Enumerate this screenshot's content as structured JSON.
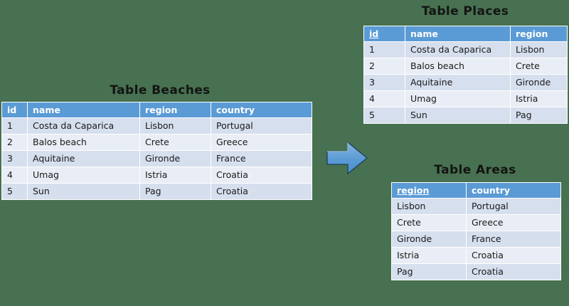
{
  "page": {
    "background_color": "#477150",
    "header_color": "#5b9bd5",
    "row_odd_color": "#d6dfee",
    "row_even_color": "#e9edf5",
    "arrow_color": "#5b9bd5"
  },
  "tables": {
    "beaches": {
      "title": "Table Beaches",
      "columns": [
        {
          "label": "id",
          "primary_key": false
        },
        {
          "label": "name",
          "primary_key": false
        },
        {
          "label": "region",
          "primary_key": false
        },
        {
          "label": "country",
          "primary_key": false
        }
      ],
      "rows": [
        [
          "1",
          "Costa da Caparica",
          "Lisbon",
          "Portugal"
        ],
        [
          "2",
          "Balos beach",
          "Crete",
          "Greece"
        ],
        [
          "3",
          "Aquitaine",
          "Gironde",
          "France"
        ],
        [
          "4",
          "Umag",
          "Istria",
          "Croatia"
        ],
        [
          "5",
          "Sun",
          "Pag",
          "Croatia"
        ]
      ]
    },
    "places": {
      "title": "Table Places",
      "columns": [
        {
          "label": "id",
          "primary_key": true
        },
        {
          "label": "name",
          "primary_key": false
        },
        {
          "label": "region",
          "primary_key": false
        }
      ],
      "rows": [
        [
          "1",
          "Costa da Caparica",
          "Lisbon"
        ],
        [
          "2",
          "Balos beach",
          "Crete"
        ],
        [
          "3",
          "Aquitaine",
          "Gironde"
        ],
        [
          "4",
          "Umag",
          "Istria"
        ],
        [
          "5",
          "Sun",
          "Pag"
        ]
      ]
    },
    "areas": {
      "title": "Table Areas",
      "columns": [
        {
          "label": "region",
          "primary_key": true
        },
        {
          "label": "country",
          "primary_key": false
        }
      ],
      "rows": [
        [
          "Lisbon",
          "Portugal"
        ],
        [
          "Crete",
          "Greece"
        ],
        [
          "Gironde",
          "France"
        ],
        [
          "Istria",
          "Croatia"
        ],
        [
          "Pag",
          "Croatia"
        ]
      ]
    }
  },
  "arrow": {
    "icon": "arrow-right-icon",
    "direction": "right"
  }
}
